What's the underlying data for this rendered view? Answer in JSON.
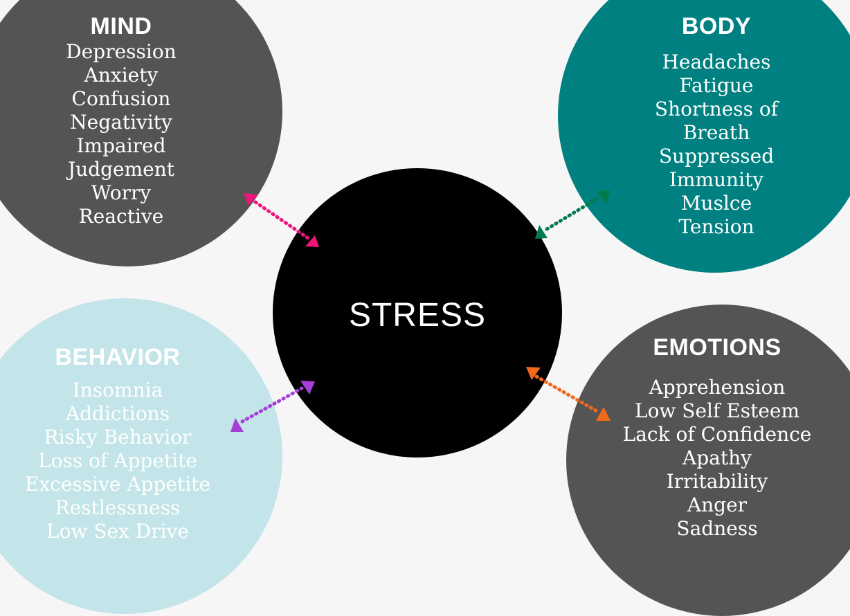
{
  "center": {
    "label": "STRESS"
  },
  "mind": {
    "title": "MIND",
    "items": [
      "Depression",
      "Anxiety",
      "Confusion",
      "Negativity",
      "Impaired",
      "Judgement",
      "Worry",
      "Reactive"
    ]
  },
  "body": {
    "title": "BODY",
    "items": [
      "Headaches",
      "Fatigue",
      "Shortness of",
      "Breath",
      "Suppressed",
      "Immunity",
      "Muslce",
      "Tension"
    ]
  },
  "behavior": {
    "title": "BEHAVIOR",
    "items": [
      "Insomnia",
      "Addictions",
      "Risky Behavior",
      "Loss of Appetite",
      "Excessive Appetite",
      "Restlessness",
      "Low Sex Drive"
    ]
  },
  "emotions": {
    "title": "EMOTIONS",
    "items": [
      "Apprehension",
      "Low Self Esteem",
      "Lack of Confidence",
      "Apathy",
      "Irritability",
      "Anger",
      "Sadness"
    ]
  },
  "colors": {
    "mind_circle": "#545454",
    "body_circle": "#008080",
    "behavior_circle": "#c3e4e8",
    "emotions_circle": "#545454",
    "stress_circle": "#000000",
    "mind_arrow": "#f0157a",
    "body_arrow": "#027a4e",
    "behavior_arrow": "#a63fd8",
    "emotions_arrow": "#f2691b"
  }
}
